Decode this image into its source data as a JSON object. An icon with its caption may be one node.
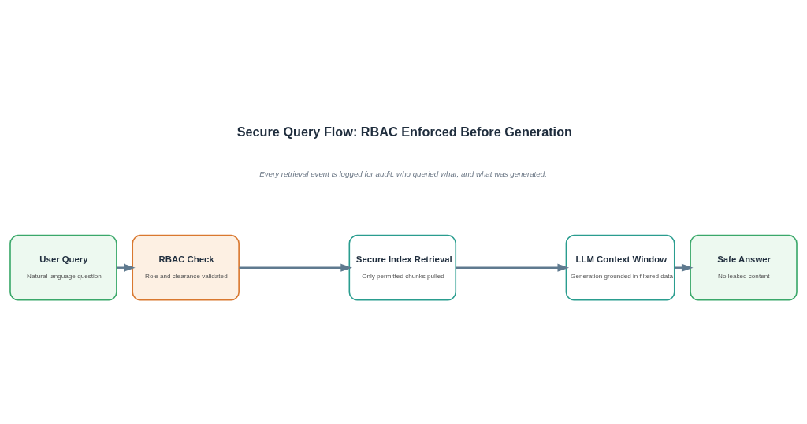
{
  "diagram": {
    "title": "Secure Query Flow: RBAC Enforced Before Generation",
    "nodes": [
      {
        "text": [
          "User Query",
          "Natural language question"
        ]
      },
      {
        "text": [
          "RBAC Check",
          "Role and clearance validated"
        ]
      },
      {
        "text": [
          "Secure Index Retrieval",
          "Only permitted chunks pulled"
        ]
      },
      {
        "text": [
          "LLM Context Window",
          "Generation grounded in filtered data"
        ]
      },
      {
        "text": [
          "Safe Answer",
          "No leaked content"
        ]
      }
    ],
    "edges": [
      {
        "from": 0,
        "to": 1,
        "arrow": "to"
      },
      {
        "from": 1,
        "to": 2,
        "arrow": "to"
      },
      {
        "from": 2,
        "to": 3,
        "arrow": "to"
      },
      {
        "from": 3,
        "to": 4,
        "arrow": "to"
      }
    ],
    "labels": [
      "Every retrieval event is logged for audit: who queried what, and what was generated."
    ]
  }
}
